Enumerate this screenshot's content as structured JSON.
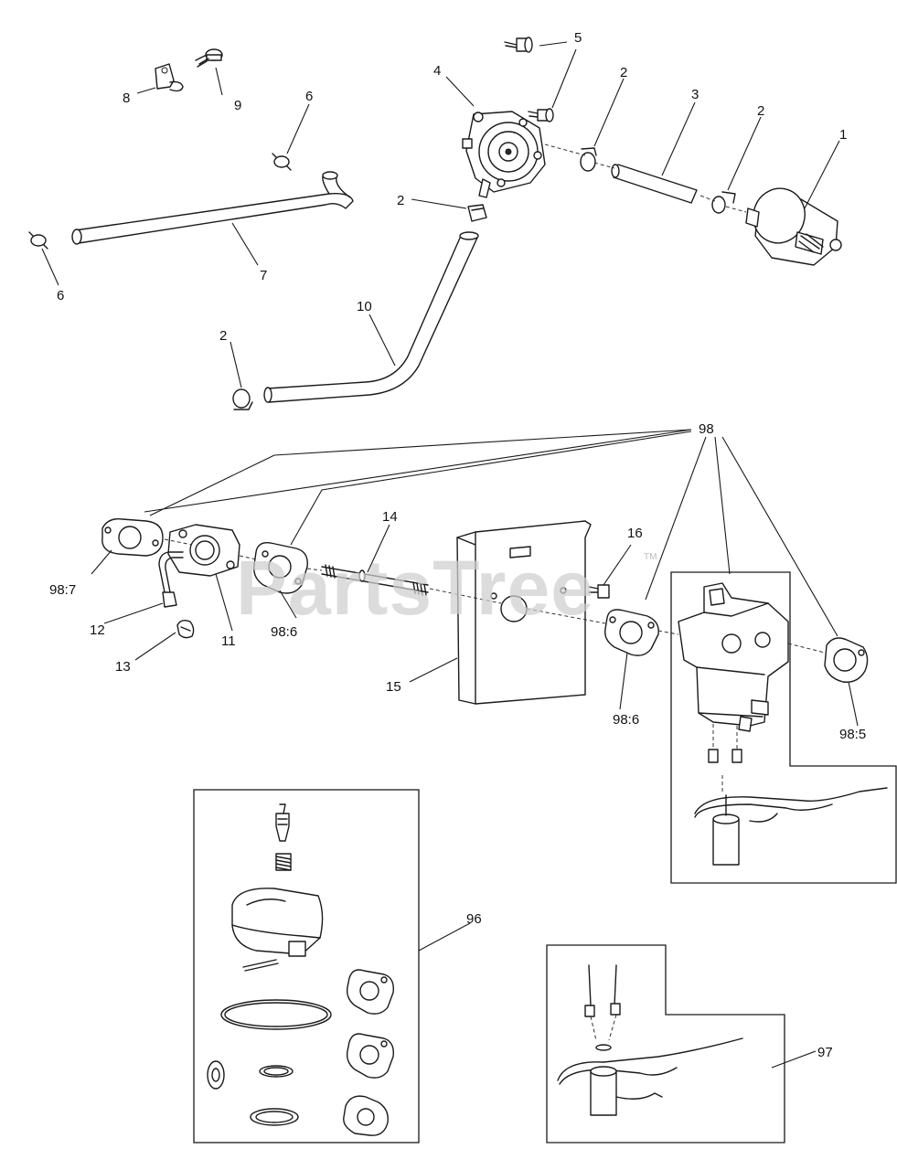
{
  "watermark": {
    "text": "PartsTree",
    "mark": "TM"
  },
  "callouts": {
    "c1": "1",
    "c2a": "2",
    "c2b": "2",
    "c2c": "2",
    "c2d": "2",
    "c3": "3",
    "c4": "4",
    "c5": "5",
    "c6a": "6",
    "c6b": "6",
    "c7": "7",
    "c8": "8",
    "c9": "9",
    "c10": "10",
    "c11": "11",
    "c12": "12",
    "c13": "13",
    "c14": "14",
    "c15": "15",
    "c16": "16",
    "c96": "96",
    "c97": "97",
    "c98": "98",
    "c98_5": "98:5",
    "c98_6a": "98:6",
    "c98_6b": "98:6",
    "c98_7": "98:7"
  }
}
